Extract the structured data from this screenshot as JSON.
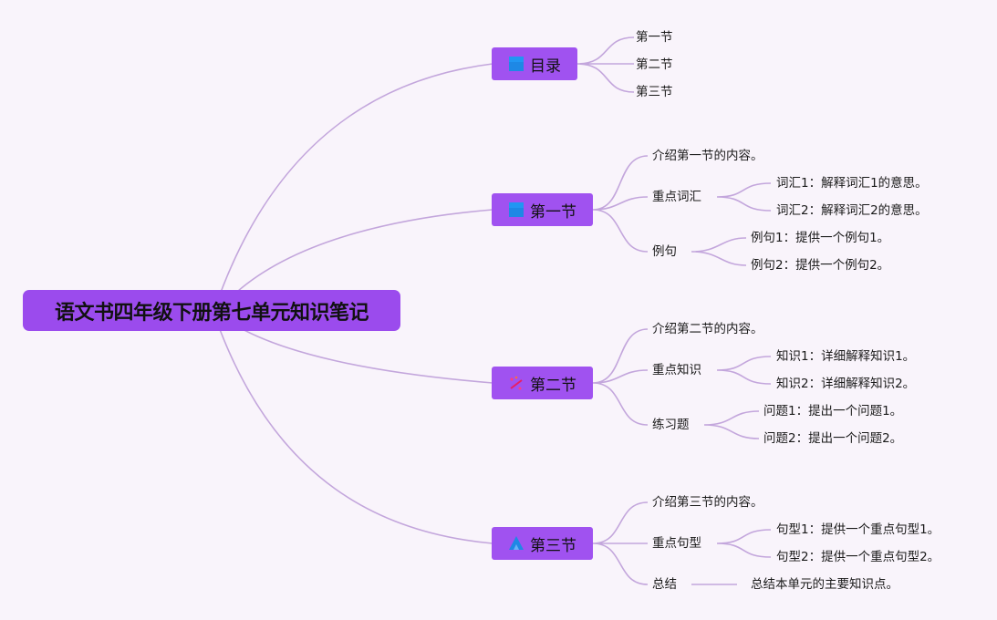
{
  "root": "语文书四年级下册第七单元知识笔记",
  "toc": {
    "label": "目录",
    "items": [
      "第一节",
      "第二节",
      "第三节"
    ]
  },
  "s1": {
    "label": "第一节",
    "intro": "介绍第一节的内容。",
    "vocab": {
      "label": "重点词汇",
      "items": [
        "词汇1：解释词汇1的意思。",
        "词汇2：解释词汇2的意思。"
      ]
    },
    "examples": {
      "label": "例句",
      "items": [
        "例句1：提供一个例句1。",
        "例句2：提供一个例句2。"
      ]
    }
  },
  "s2": {
    "label": "第二节",
    "intro": "介绍第二节的内容。",
    "knowledge": {
      "label": "重点知识",
      "items": [
        "知识1：详细解释知识1。",
        "知识2：详细解释知识2。"
      ]
    },
    "exercises": {
      "label": "练习题",
      "items": [
        "问题1：提出一个问题1。",
        "问题2：提出一个问题2。"
      ]
    }
  },
  "s3": {
    "label": "第三节",
    "intro": "介绍第三节的内容。",
    "patterns": {
      "label": "重点句型",
      "items": [
        "句型1：提供一个重点句型1。",
        "句型2：提供一个重点句型2。"
      ]
    },
    "summary": {
      "label": "总结",
      "text": "总结本单元的主要知识点。"
    }
  },
  "colors": {
    "background": "#f9f4fb",
    "root_fill": "#9b4bed",
    "node_fill": "#a052f0",
    "line": "#c3a6dc"
  },
  "icons": {
    "toc": "blue-square-icon",
    "s1": "blue-square-icon",
    "s2": "sparkle-icon",
    "s3": "triangle-logo-icon"
  }
}
